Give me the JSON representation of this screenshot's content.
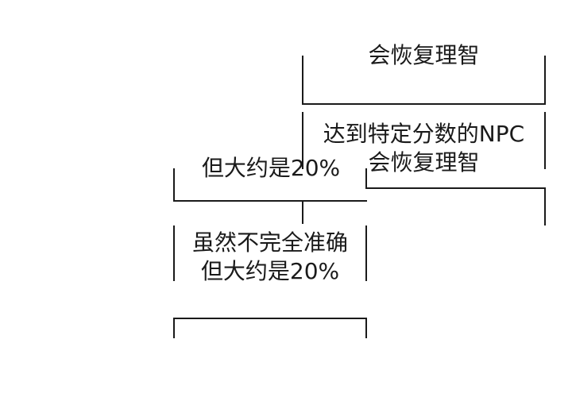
{
  "fragments": {
    "top_right_bottom": {
      "text": "会恢复理智"
    },
    "right_top": {
      "line1": "达到特定分数的NPC",
      "line2": "会恢复理智"
    },
    "left_middle_bottom": {
      "text": "但大约是20%"
    },
    "center_left_top": {
      "line1": "虽然不完全准确",
      "line2": "但大约是20%"
    }
  }
}
